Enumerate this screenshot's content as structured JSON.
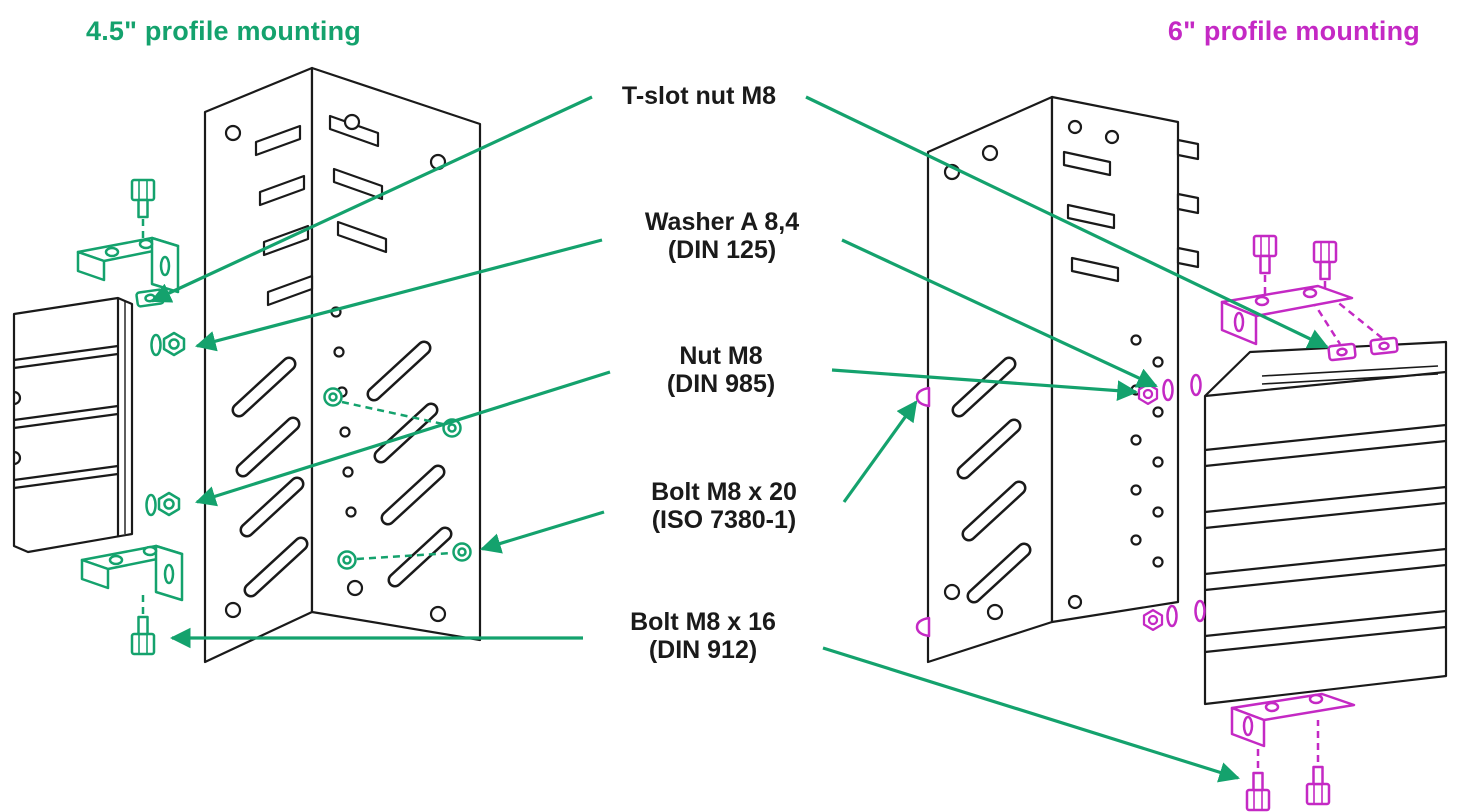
{
  "diagram": {
    "titles": {
      "left": "4.5\" profile mounting",
      "right": "6\" profile mounting"
    },
    "callouts": {
      "t_slot_nut": {
        "line1": "T-slot nut M8"
      },
      "washer": {
        "line1": "Washer A 8,4",
        "line2": "(DIN 125)"
      },
      "nut": {
        "line1": "Nut M8",
        "line2": "(DIN 985)"
      },
      "bolt_m8x20": {
        "line1": "Bolt M8 x 20",
        "line2": "(ISO 7380-1)"
      },
      "bolt_m8x16": {
        "line1": "Bolt M8 x 16",
        "line2": "(DIN 912)"
      }
    },
    "colors": {
      "green": "#14A26D",
      "magenta": "#C429C4",
      "outline": "#1a1a1a",
      "background": "#ffffff"
    }
  }
}
